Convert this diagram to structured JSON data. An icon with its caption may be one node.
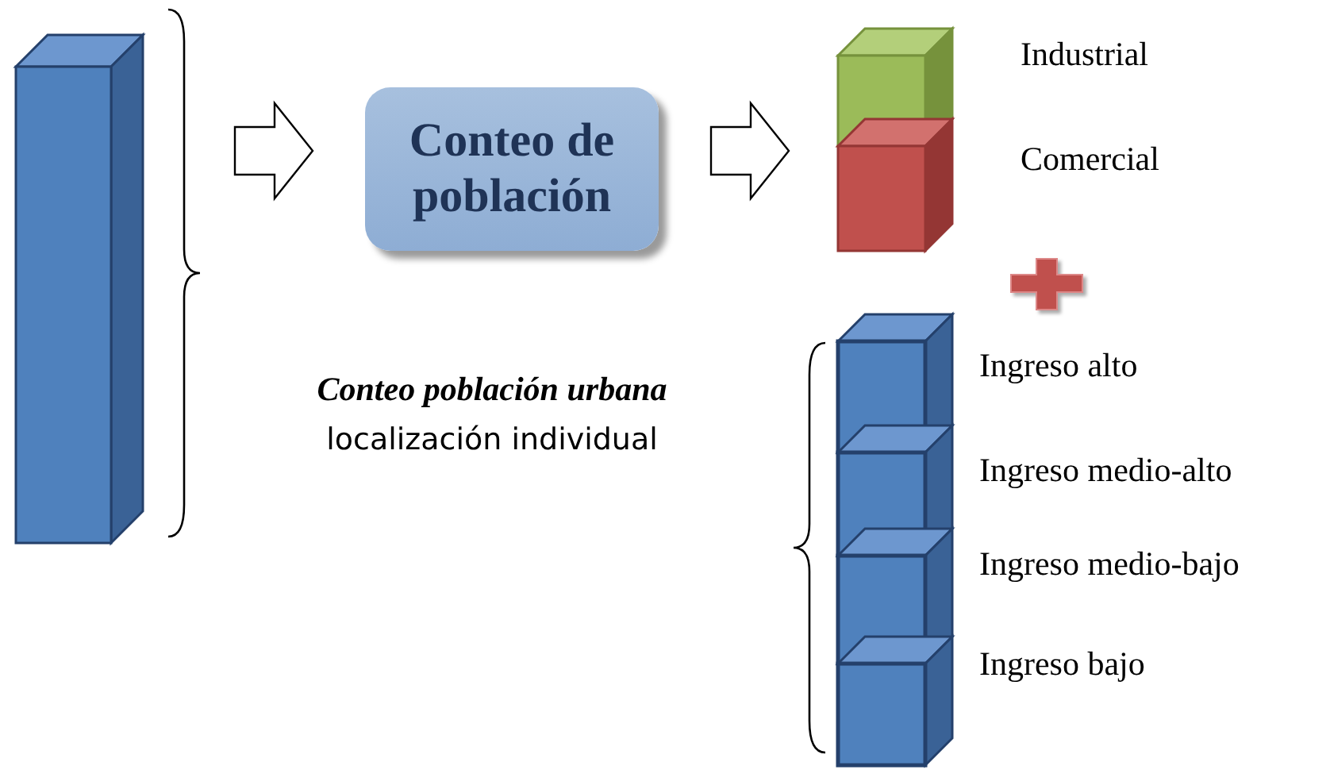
{
  "diagram": {
    "nodes": [
      {
        "text": [],
        "shape": "bar"
      },
      {
        "text": [
          "Conteo de población"
        ]
      },
      {
        "text": [],
        "shape": "box",
        "beside": [
          "Industrial"
        ]
      },
      {
        "text": [],
        "shape": "box",
        "beside": [
          "Comercial"
        ]
      },
      {
        "text": [],
        "shape": "box",
        "beside": [
          "Ingreso alto"
        ]
      },
      {
        "text": [],
        "shape": "box",
        "beside": [
          "Ingreso medio-alto"
        ]
      },
      {
        "text": [],
        "shape": "box",
        "beside": [
          "Ingreso medio-bajo"
        ]
      },
      {
        "text": [],
        "shape": "box",
        "beside": [
          "Ingreso bajo"
        ]
      }
    ],
    "edges": [
      {
        "from": 0,
        "to": 1,
        "arrow": "to"
      },
      {
        "from": 1,
        "to": 2,
        "arrow": "to"
      }
    ],
    "labels": [
      "Conteo población urbana",
      "localización individual"
    ]
  }
}
